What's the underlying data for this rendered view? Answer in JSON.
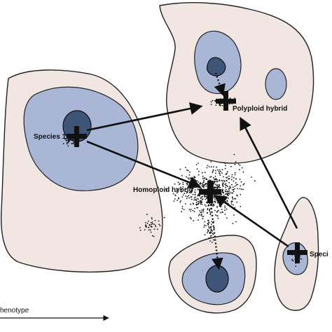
{
  "diagram": {
    "labels": {
      "species_1": "Species 1",
      "species_2": "Speci",
      "polyploid": "Polyploid hybrid",
      "homoploid": "Homoploid hybrid",
      "axis": "henotype"
    },
    "colors": {
      "outer_fill": "#f1e6e2",
      "inner_fill": "#a9b6d6",
      "core_fill": "#3f5577",
      "stroke": "#222222"
    }
  }
}
